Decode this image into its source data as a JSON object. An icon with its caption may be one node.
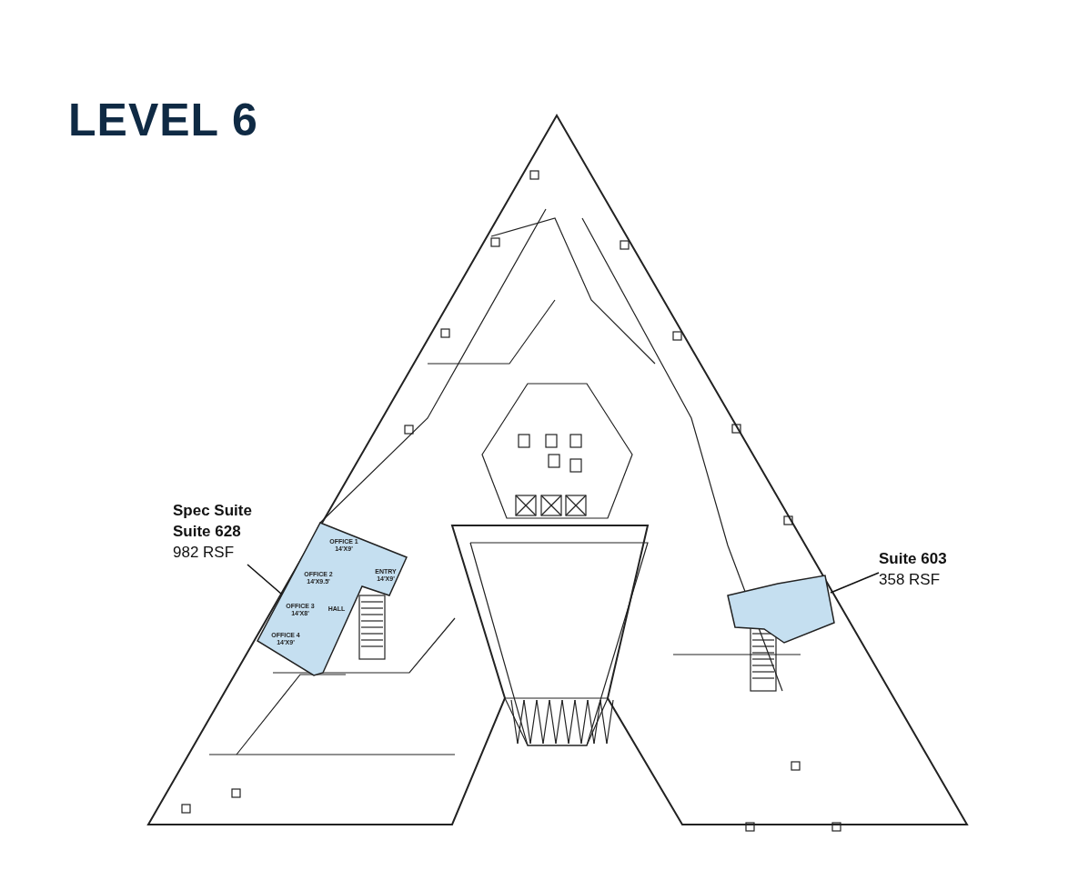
{
  "diagram": {
    "title": "LEVEL 6",
    "nodes": [
      {
        "text": [
          "Spec Suite Suite 628",
          "982 RSF"
        ]
      },
      {
        "text": [],
        "shape": "box"
      },
      {
        "text": [
          "OFFICE 1 14'X9'"
        ],
        "in": 1
      },
      {
        "text": [
          "OFFICE 2 14'X9.5'"
        ],
        "in": 1
      },
      {
        "text": [
          "ENTRY 14'X9'"
        ],
        "in": 1
      },
      {
        "text": [
          "HALL"
        ],
        "in": 1
      },
      {
        "text": [
          "OFFICE 3 14'X8'"
        ],
        "in": 1
      },
      {
        "text": [
          "OFFICE 4 14'X9'"
        ],
        "in": 1
      },
      {
        "text": [
          "Suite 603",
          "358 RSF"
        ]
      },
      {
        "text": [],
        "shape": "box"
      }
    ],
    "edges": [
      {
        "from": 0,
        "to": 1,
        "arrow": "none"
      },
      {
        "from": 8,
        "to": 9,
        "arrow": "none"
      }
    ]
  }
}
